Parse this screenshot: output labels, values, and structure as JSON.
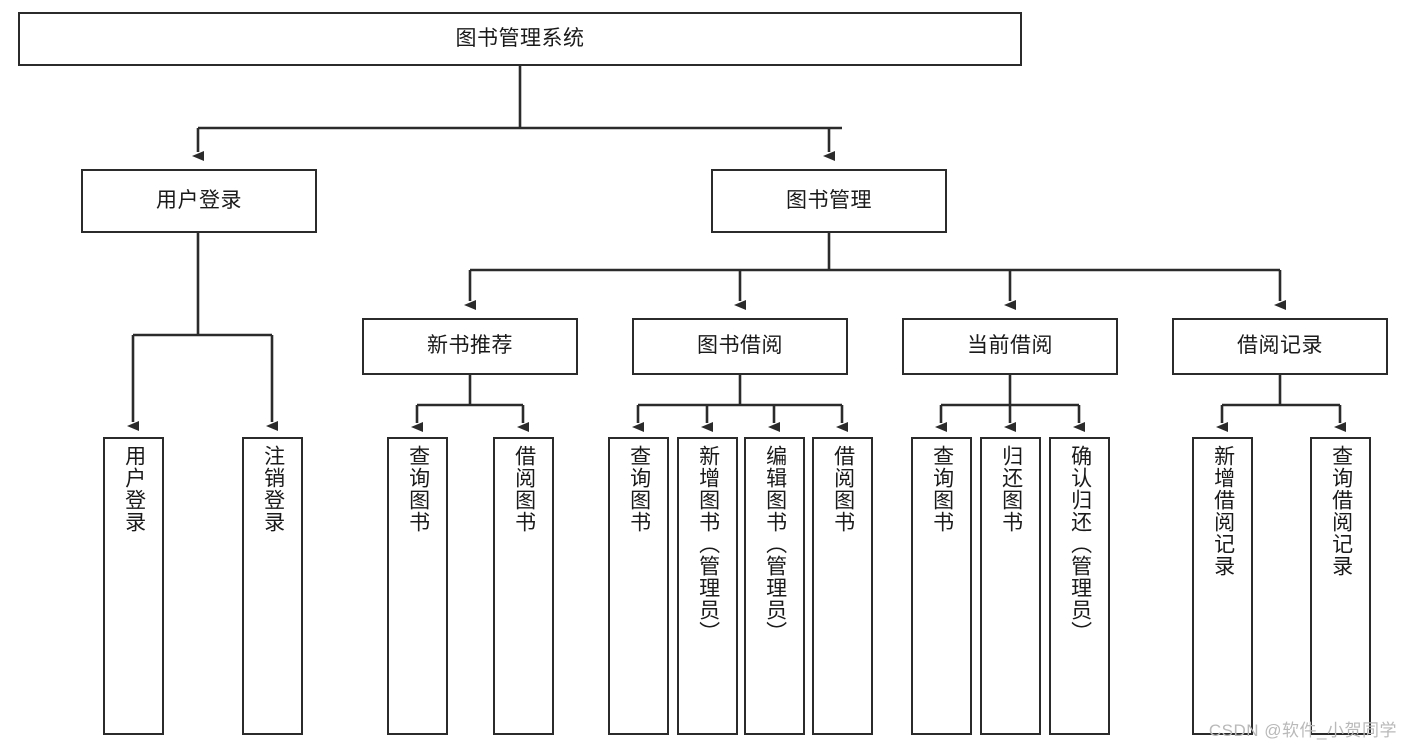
{
  "diagram": {
    "title": "图书管理系统",
    "type": "tree-hierarchy-chart",
    "colors": {
      "box_border": "#2b2b2b",
      "box_fill": "#ffffff",
      "connector": "#2b2b2b",
      "text": "#1a1a1a",
      "watermark": "#b9b9b9",
      "background": "#ffffff"
    },
    "root": {
      "id": "root",
      "label": "图书管理系统"
    },
    "level2": [
      {
        "id": "user-login",
        "label": "用户登录"
      },
      {
        "id": "book-manage",
        "label": "图书管理"
      }
    ],
    "level3": [
      {
        "id": "new-book-recommend",
        "label": "新书推荐",
        "parent": "book-manage"
      },
      {
        "id": "book-borrow",
        "label": "图书借阅",
        "parent": "book-manage"
      },
      {
        "id": "current-borrow",
        "label": "当前借阅",
        "parent": "book-manage"
      },
      {
        "id": "borrow-record",
        "label": "借阅记录",
        "parent": "book-manage"
      }
    ],
    "leaves": {
      "user_login": [
        {
          "id": "leaf-user-login",
          "label": "用户登录"
        },
        {
          "id": "leaf-logout",
          "label": "注销登录"
        }
      ],
      "new_book_recommend": [
        {
          "id": "leaf-query-book-1",
          "label": "查询图书"
        },
        {
          "id": "leaf-borrow-book-1",
          "label": "借阅图书"
        }
      ],
      "book_borrow": [
        {
          "id": "leaf-query-book-2",
          "label": "查询图书"
        },
        {
          "id": "leaf-add-book",
          "label": "新增图书（管理员）"
        },
        {
          "id": "leaf-edit-book",
          "label": "编辑图书（管理员）"
        },
        {
          "id": "leaf-borrow-book-2",
          "label": "借阅图书"
        }
      ],
      "current_borrow": [
        {
          "id": "leaf-query-book-3",
          "label": "查询图书"
        },
        {
          "id": "leaf-return-book",
          "label": "归还图书"
        },
        {
          "id": "leaf-confirm-return",
          "label": "确认归还（管理员）"
        }
      ],
      "borrow_record": [
        {
          "id": "leaf-add-record",
          "label": "新增借阅记录"
        },
        {
          "id": "leaf-query-record",
          "label": "查询借阅记录"
        }
      ]
    },
    "watermark": "CSDN @软件_小贺同学"
  }
}
